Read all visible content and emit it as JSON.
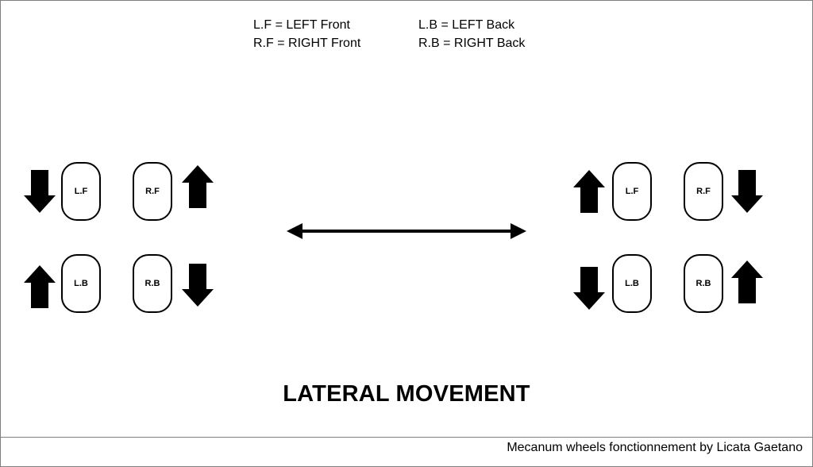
{
  "legend": {
    "lf": "L.F = LEFT Front",
    "rf": "R.F = RIGHT Front",
    "lb": "L.B = LEFT Back",
    "rb": "R.B = RIGHT Back"
  },
  "left_config": {
    "wheels": {
      "lf": "L.F",
      "rf": "R.F",
      "lb": "L.B",
      "rb": "R.B"
    },
    "rotation": {
      "lf": "down",
      "rf": "up",
      "lb": "up",
      "rb": "down"
    }
  },
  "right_config": {
    "wheels": {
      "lf": "L.F",
      "rf": "R.F",
      "lb": "L.B",
      "rb": "R.B"
    },
    "rotation": {
      "lf": "up",
      "rf": "down",
      "lb": "down",
      "rb": "up"
    }
  },
  "movement": {
    "direction": "left-right"
  },
  "title": "LATERAL MOVEMENT",
  "credit": "Mecanum wheels fonctionnement by Licata Gaetano",
  "colors": {
    "arrow": "#000000",
    "wheel_border": "#000000",
    "frame": "#7f7f7f"
  },
  "icons": {
    "rotation_arrow": "block-arrow",
    "movement_arrow": "double-headed-arrow"
  }
}
